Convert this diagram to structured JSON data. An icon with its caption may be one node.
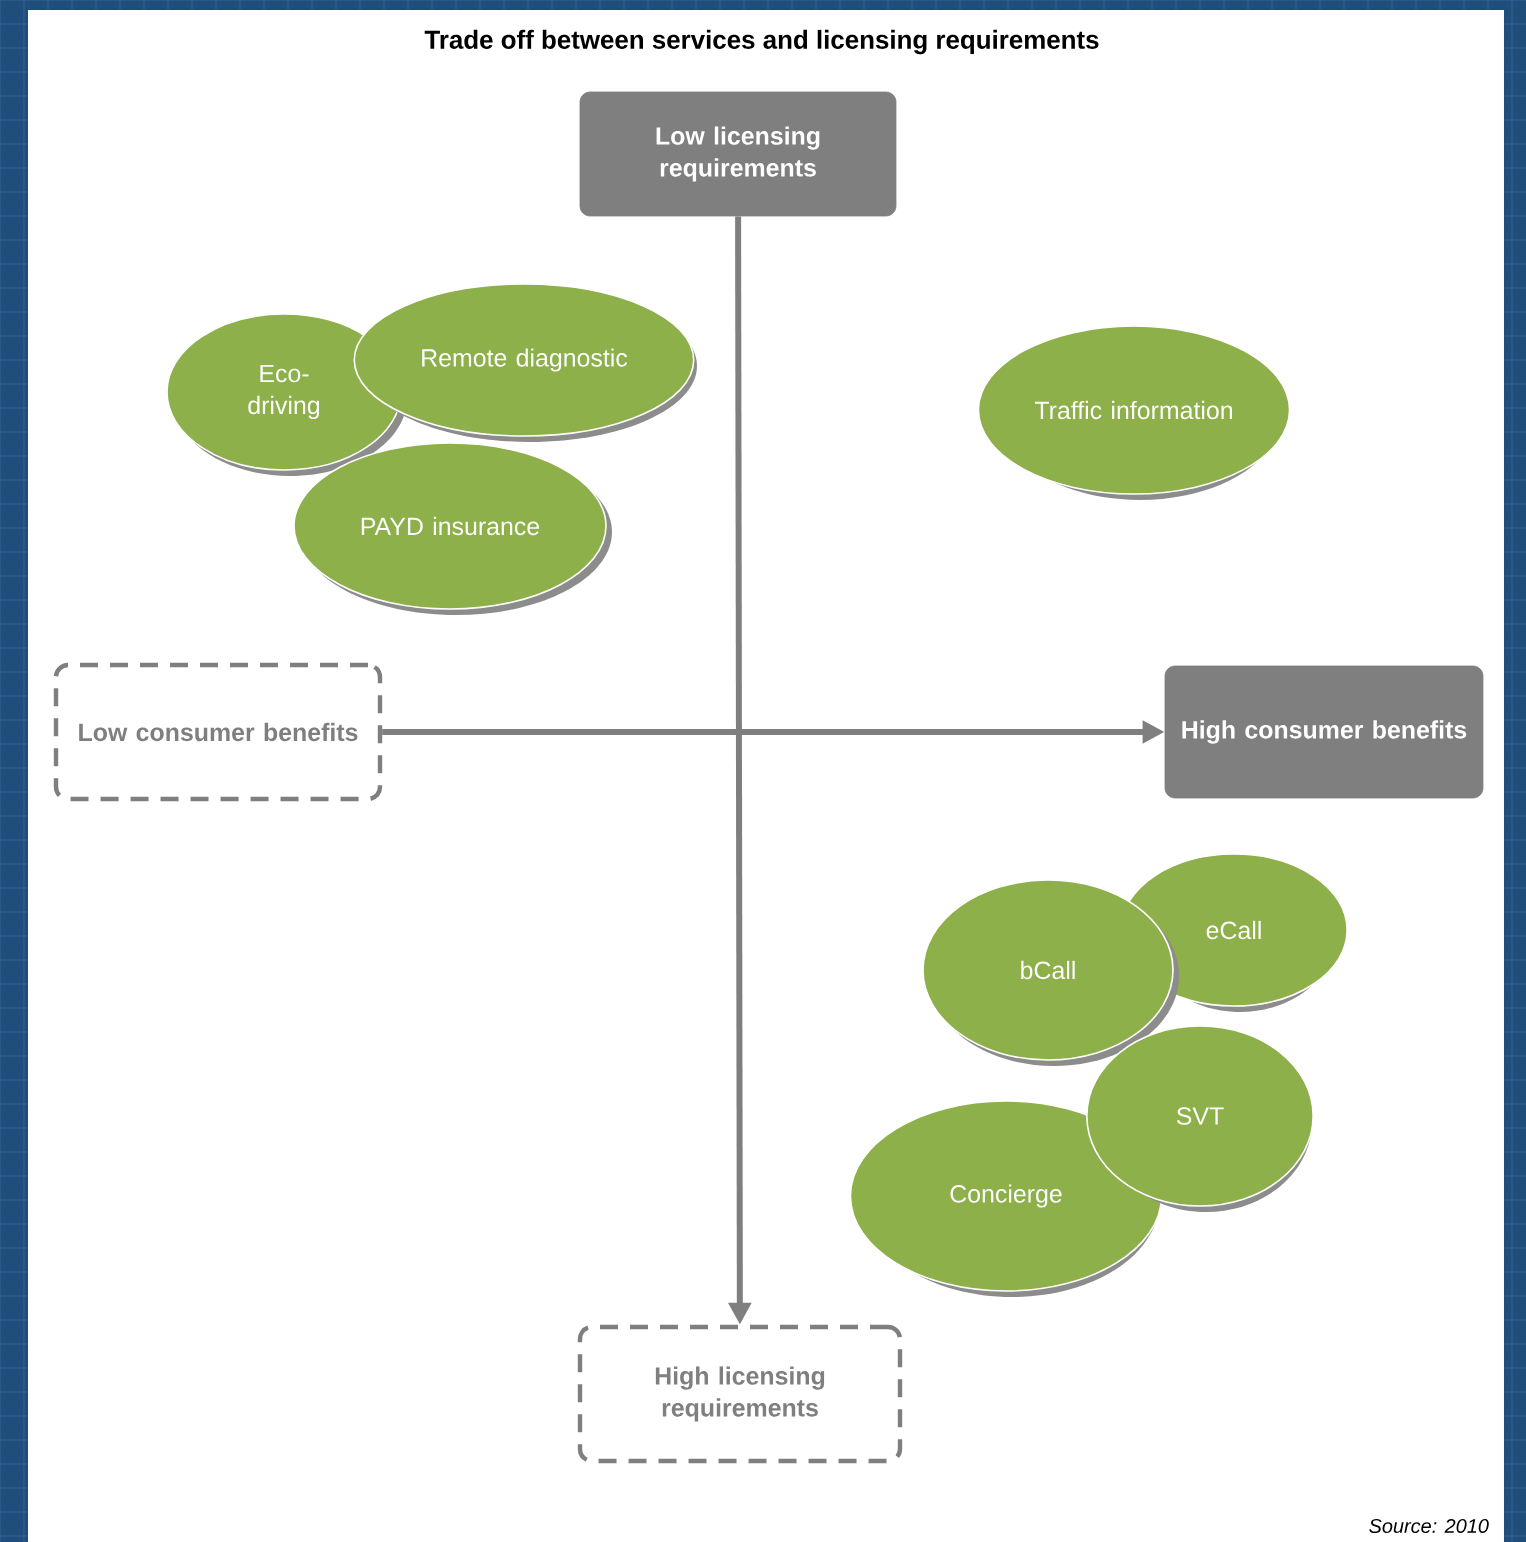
{
  "diagram": {
    "title": "Trade off between services and licensing requirements",
    "nodes": [
      {
        "text": [
          "Low licensing requirements"
        ]
      },
      {
        "text": [
          "Remote diagnostic"
        ]
      },
      {
        "text": [
          "Eco-driving"
        ]
      },
      {
        "text": [
          "Traffic information"
        ]
      },
      {
        "text": [
          "PAYD insurance"
        ]
      },
      {
        "text": [
          "Low consumer benefits"
        ]
      },
      {
        "text": [
          "High consumer benefits"
        ]
      },
      {
        "text": [
          "eCall"
        ]
      },
      {
        "text": [
          "bCall"
        ]
      },
      {
        "text": [
          "SVT"
        ]
      },
      {
        "text": [
          "Concierge"
        ]
      },
      {
        "text": [
          "High licensing requirements"
        ]
      }
    ],
    "edges": [
      {
        "from": 0,
        "to": 11,
        "arrow": "to"
      },
      {
        "from": 5,
        "to": 6,
        "arrow": "to"
      }
    ],
    "labels": [
      "Source: 2010"
    ]
  }
}
